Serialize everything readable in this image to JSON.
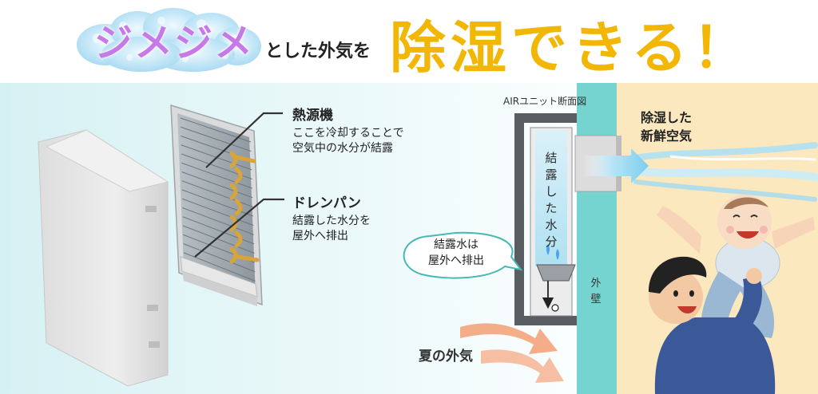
{
  "header": {
    "jimejime": "ジメジメ",
    "middle": "とした外気を",
    "emphasis": "除湿できる！"
  },
  "labels": {
    "heat_source": {
      "title": "熱源機",
      "desc_line1": "ここを冷却することで",
      "desc_line2": "空気中の水分が結露"
    },
    "drain_pan": {
      "title": "ドレンパン",
      "desc_line1": "結露した水分を",
      "desc_line2": "屋外へ排出"
    }
  },
  "unit": {
    "title": "AIRユニット断面図",
    "vertical": "結露した水分",
    "bubble_line1": "結露水は",
    "bubble_line2": "屋外へ排出"
  },
  "outside": {
    "summer_air": "夏の外気",
    "wall": "外壁"
  },
  "inside": {
    "fresh_line1": "除湿した",
    "fresh_line2": "新鮮空気"
  },
  "colors": {
    "title_purple": "#c879e8",
    "title_yellow": "#f2b705",
    "wall": "#76d4d0",
    "room": "#fbe8bf",
    "airflow_orange": "#f4a47c",
    "bubble_border": "#45b9b6"
  }
}
